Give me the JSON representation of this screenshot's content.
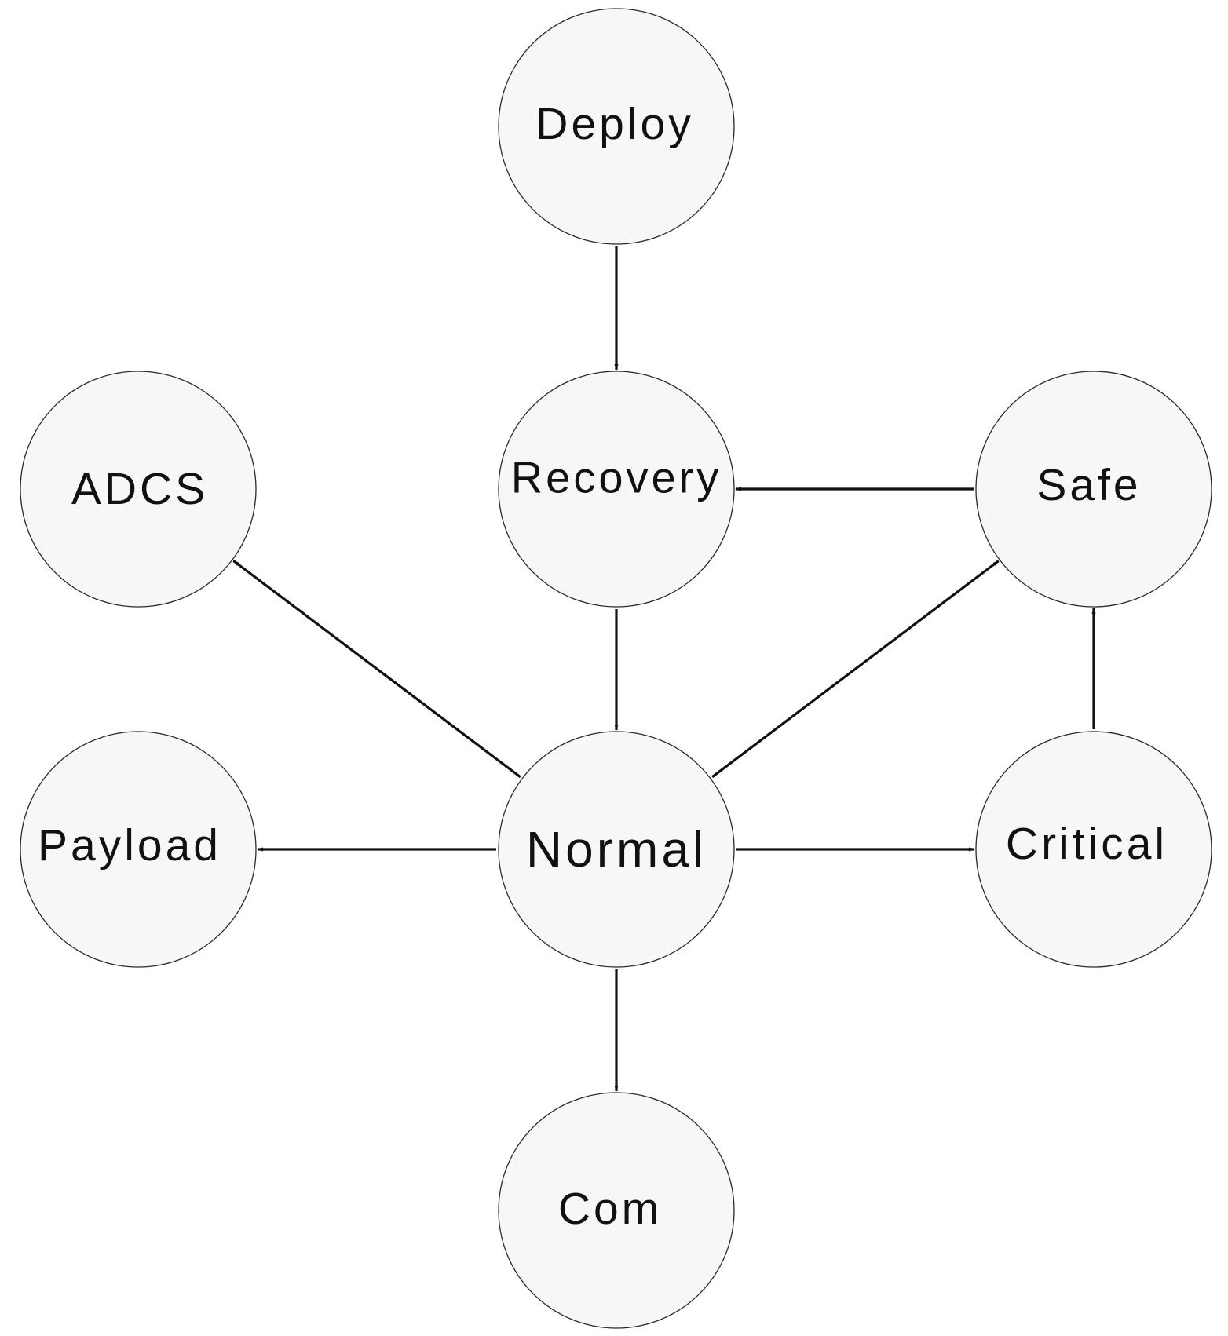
{
  "diagram": {
    "nodes": [
      {
        "id": "deploy",
        "label": "Deploy"
      },
      {
        "id": "recovery",
        "label": "Recovery"
      },
      {
        "id": "adcs",
        "label": "ADCS"
      },
      {
        "id": "safe",
        "label": "Safe"
      },
      {
        "id": "payload",
        "label": "Payload"
      },
      {
        "id": "normal",
        "label": "Normal"
      },
      {
        "id": "critical",
        "label": "Critical"
      },
      {
        "id": "com",
        "label": "Com"
      }
    ],
    "edges": [
      {
        "from": "deploy",
        "to": "recovery"
      },
      {
        "from": "safe",
        "to": "recovery"
      },
      {
        "from": "recovery",
        "to": "normal"
      },
      {
        "from": "normal",
        "to": "adcs"
      },
      {
        "from": "normal",
        "to": "safe"
      },
      {
        "from": "critical",
        "to": "safe"
      },
      {
        "from": "normal",
        "to": "payload"
      },
      {
        "from": "normal",
        "to": "critical"
      },
      {
        "from": "normal",
        "to": "com"
      }
    ]
  }
}
